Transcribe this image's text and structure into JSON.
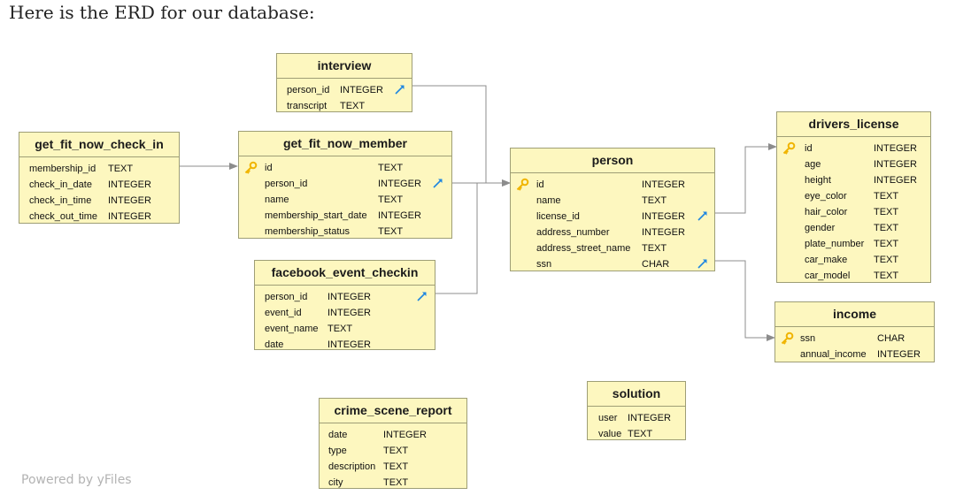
{
  "heading": "Here is the ERD for our database:",
  "watermark": "Powered by yFiles",
  "colors": {
    "table_fill": "#fdf7bf",
    "table_border": "#9e9e76",
    "edge": "#8c8c8c",
    "key_icon": "#f0b400",
    "fk_icon": "#1e86e0"
  },
  "tables": {
    "interview": {
      "name": "interview",
      "fields": [
        {
          "name": "person_id",
          "type": "INTEGER",
          "fk": true
        },
        {
          "name": "transcript",
          "type": "TEXT"
        }
      ]
    },
    "get_fit_now_check_in": {
      "name": "get_fit_now_check_in",
      "fields": [
        {
          "name": "membership_id",
          "type": "TEXT"
        },
        {
          "name": "check_in_date",
          "type": "INTEGER"
        },
        {
          "name": "check_in_time",
          "type": "INTEGER"
        },
        {
          "name": "check_out_time",
          "type": "INTEGER"
        }
      ]
    },
    "get_fit_now_member": {
      "name": "get_fit_now_member",
      "fields": [
        {
          "name": "id",
          "type": "TEXT",
          "pk": true
        },
        {
          "name": "person_id",
          "type": "INTEGER",
          "fk": true
        },
        {
          "name": "name",
          "type": "TEXT"
        },
        {
          "name": "membership_start_date",
          "type": "INTEGER"
        },
        {
          "name": "membership_status",
          "type": "TEXT"
        }
      ]
    },
    "facebook_event_checkin": {
      "name": "facebook_event_checkin",
      "fields": [
        {
          "name": "person_id",
          "type": "INTEGER",
          "fk": true
        },
        {
          "name": "event_id",
          "type": "INTEGER"
        },
        {
          "name": "event_name",
          "type": "TEXT"
        },
        {
          "name": "date",
          "type": "INTEGER"
        }
      ]
    },
    "person": {
      "name": "person",
      "fields": [
        {
          "name": "id",
          "type": "INTEGER",
          "pk": true
        },
        {
          "name": "name",
          "type": "TEXT"
        },
        {
          "name": "license_id",
          "type": "INTEGER",
          "fk": true
        },
        {
          "name": "address_number",
          "type": "INTEGER"
        },
        {
          "name": "address_street_name",
          "type": "TEXT"
        },
        {
          "name": "ssn",
          "type": "CHAR",
          "fk": true
        }
      ]
    },
    "drivers_license": {
      "name": "drivers_license",
      "fields": [
        {
          "name": "id",
          "type": "INTEGER",
          "pk": true
        },
        {
          "name": "age",
          "type": "INTEGER"
        },
        {
          "name": "height",
          "type": "INTEGER"
        },
        {
          "name": "eye_color",
          "type": "TEXT"
        },
        {
          "name": "hair_color",
          "type": "TEXT"
        },
        {
          "name": "gender",
          "type": "TEXT"
        },
        {
          "name": "plate_number",
          "type": "TEXT"
        },
        {
          "name": "car_make",
          "type": "TEXT"
        },
        {
          "name": "car_model",
          "type": "TEXT"
        }
      ]
    },
    "income": {
      "name": "income",
      "fields": [
        {
          "name": "ssn",
          "type": "CHAR",
          "pk": true
        },
        {
          "name": "annual_income",
          "type": "INTEGER"
        }
      ]
    },
    "solution": {
      "name": "solution",
      "fields": [
        {
          "name": "user",
          "type": "INTEGER"
        },
        {
          "name": "value",
          "type": "TEXT"
        }
      ]
    },
    "crime_scene_report": {
      "name": "crime_scene_report",
      "fields": [
        {
          "name": "date",
          "type": "INTEGER"
        },
        {
          "name": "type",
          "type": "TEXT"
        },
        {
          "name": "description",
          "type": "TEXT"
        },
        {
          "name": "city",
          "type": "TEXT"
        }
      ]
    }
  },
  "relationships": [
    {
      "from": "get_fit_now_check_in.membership_id",
      "to": "get_fit_now_member.id"
    },
    {
      "from": "interview.person_id",
      "to": "person.id"
    },
    {
      "from": "get_fit_now_member.person_id",
      "to": "person.id"
    },
    {
      "from": "facebook_event_checkin.person_id",
      "to": "person.id"
    },
    {
      "from": "person.license_id",
      "to": "drivers_license.id"
    },
    {
      "from": "person.ssn",
      "to": "income.ssn"
    }
  ]
}
